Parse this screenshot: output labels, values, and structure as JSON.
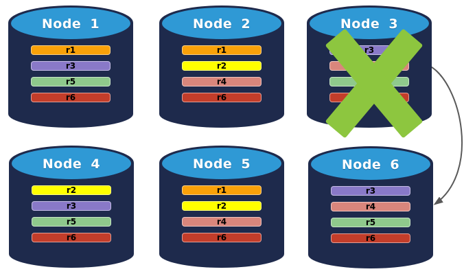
{
  "colors": {
    "background": "#FFFFFF",
    "cylinder_body": "#1E2A4C",
    "cylinder_top": "#2F99D5",
    "title_text": "#FFFFFF",
    "bar_text": "#000000",
    "failure_x": "#8DC63F",
    "arrow": "#595959"
  },
  "replica_colors": {
    "r1": "#F9A109",
    "r2": "#FFFF00",
    "r3": "#8979C8",
    "r4": "#D9867C",
    "r5": "#8FC98C",
    "r6": "#C33D2A"
  },
  "nodes": [
    {
      "name": "Node 1",
      "replicas": [
        "r1",
        "r3",
        "r5",
        "r6"
      ],
      "failed": false
    },
    {
      "name": "Node 2",
      "replicas": [
        "r1",
        "r2",
        "r4",
        "r6"
      ],
      "failed": false
    },
    {
      "name": "Node 3",
      "replicas": [
        "r3",
        "r4",
        "r5",
        "r6"
      ],
      "failed": true
    },
    {
      "name": "Node 4",
      "replicas": [
        "r2",
        "r3",
        "r5",
        "r6"
      ],
      "failed": false
    },
    {
      "name": "Node 5",
      "replicas": [
        "r1",
        "r2",
        "r4",
        "r6"
      ],
      "failed": false
    },
    {
      "name": "Node 6",
      "replicas": [
        "r3",
        "r4",
        "r5",
        "r6"
      ],
      "failed": false
    }
  ],
  "arrow": {
    "from_node": "Node 3",
    "to_node": "Node 6"
  }
}
